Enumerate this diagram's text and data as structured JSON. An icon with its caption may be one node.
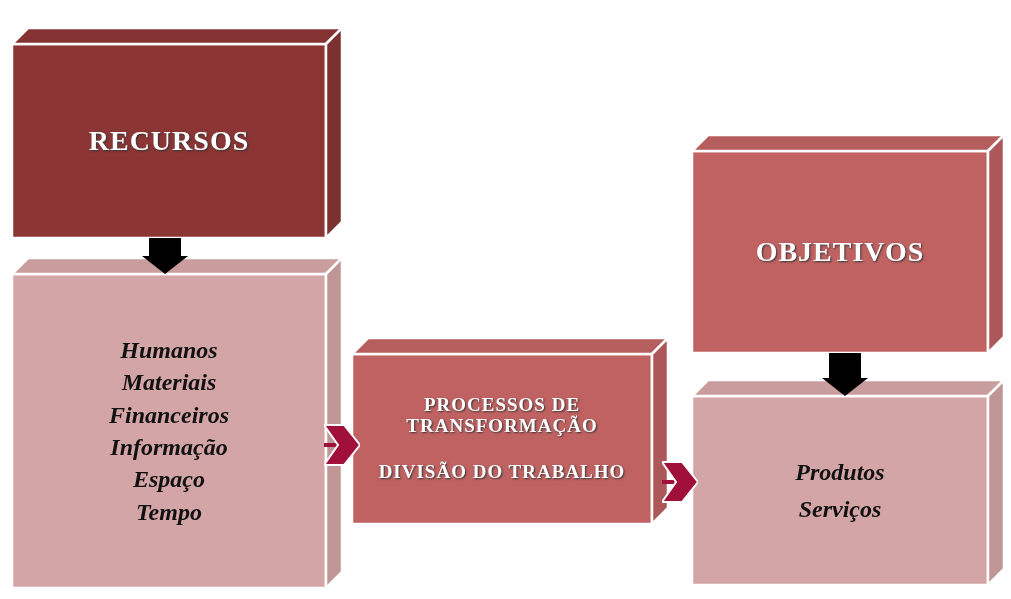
{
  "diagram": {
    "nodes": [
      {
        "text": [
          "RECURSOS"
        ]
      },
      {
        "text": [
          "Humanos",
          "Materiais",
          "Financeiros",
          "Informação",
          "Espaço",
          "Tempo"
        ]
      },
      {
        "text": [
          "PROCESSOS DE TRANSFORMAÇÃO",
          "DIVISÃO DO TRABALHO"
        ]
      },
      {
        "text": [
          "OBJETIVOS"
        ]
      },
      {
        "text": [
          "Produtos",
          "Serviços"
        ]
      }
    ],
    "edges": [
      {
        "from": 0,
        "to": 1,
        "arrow": "to",
        "style": "thick",
        "color": "#000000"
      },
      {
        "from": 1,
        "to": 2,
        "arrow": "to",
        "color": "#a0103a"
      },
      {
        "from": 2,
        "to": 4,
        "arrow": "to",
        "color": "#a0103a"
      },
      {
        "from": 3,
        "to": 4,
        "arrow": "to",
        "style": "thick",
        "color": "#000000"
      }
    ]
  }
}
